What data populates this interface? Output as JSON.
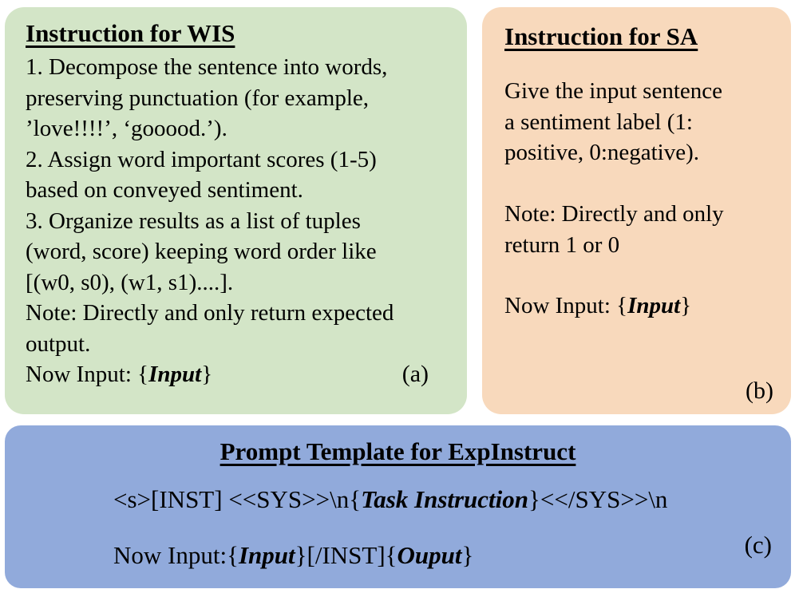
{
  "colors": {
    "wis_bg": "#d3e5c7",
    "sa_bg": "#f8d9bc",
    "template_bg": "#91aadb"
  },
  "wis": {
    "title": "Instruction for WIS",
    "body": "1. Decompose the sentence into words,\npreserving punctuation (for example,\n’love!!!!’, ‘gooood.’).\n2. Assign word important scores (1-5)\nbased on conveyed sentiment.\n3. Organize results as a list of tuples\n(word, score) keeping word order like\n[(w0, s0), (w1, s1)....].\nNote: Directly and only return expected\noutput.",
    "now_input_prefix": "Now Input: {",
    "now_input_value": "Input",
    "now_input_suffix": "}",
    "label": "(a)"
  },
  "sa": {
    "title": "Instruction for SA",
    "body": "Give the input sentence\na sentiment label (1:\npositive, 0:negative).\n\nNote: Directly and only\nreturn 1 or 0",
    "now_input_prefix": "Now Input: {",
    "now_input_value": "Input",
    "now_input_suffix": "}",
    "label": "(b)"
  },
  "template": {
    "title": "Prompt Template for ExpInstruct",
    "line1_prefix": "<s>[INST] <<SYS>>\\n{",
    "line1_value": "Task Instruction",
    "line1_suffix": "}<</SYS>>\\n",
    "line2_prefix": "Now Input:{",
    "line2_value1": "Input",
    "line2_mid": "}[/INST]{",
    "line2_value2": "Ouput",
    "line2_suffix": "}",
    "label": "(c)"
  }
}
